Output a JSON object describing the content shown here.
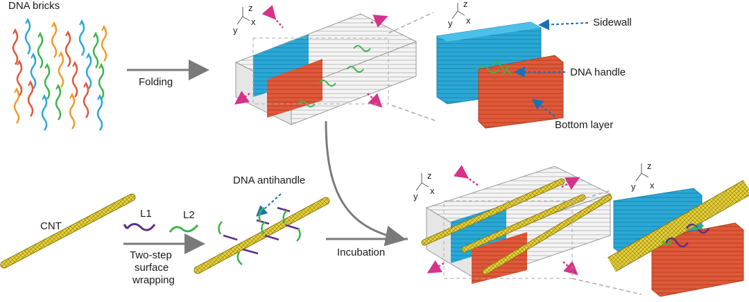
{
  "labels": {
    "dna_bricks": "DNA bricks",
    "folding": "Folding",
    "sidewall": "Sidewall",
    "dna_handle": "DNA handle",
    "bottom_layer": "Bottom layer",
    "dna_antihandle": "DNA antihandle",
    "cnt": "CNT",
    "l1": "L1",
    "l2": "L2",
    "two_step_line1": "Two-step",
    "two_step_line2": "surface",
    "two_step_line3": "wrapping",
    "incubation": "Incubation"
  },
  "axes": {
    "z": "z",
    "y": "y",
    "x": "x"
  },
  "colors": {
    "sidewall": "#2aa8d6",
    "bottom_layer": "#e0583a",
    "handle": "#3cb54a",
    "antihandle": "#5b2d8a",
    "cnt": "#e8d23a",
    "arrow_gray": "#777777",
    "dashed_blue": "#1b6fb8",
    "dashed_magenta": "#d6338a",
    "brick_colors": [
      "#e0583a",
      "#2aa8d6",
      "#3cb54a",
      "#f39a2a"
    ]
  }
}
